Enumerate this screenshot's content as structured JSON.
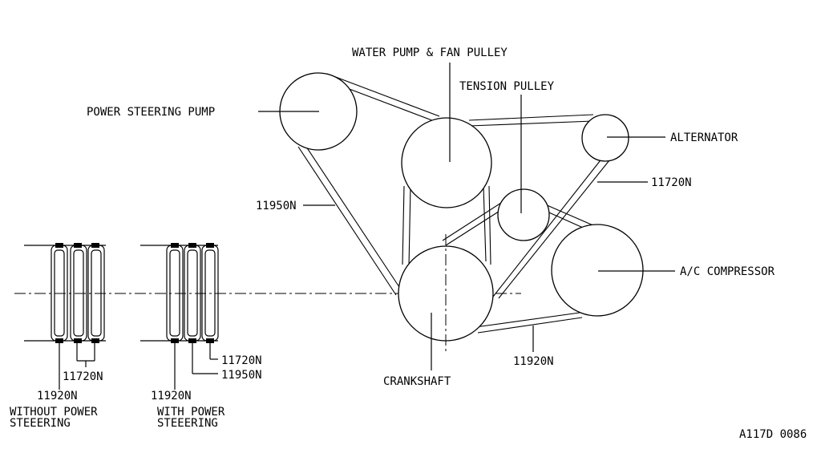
{
  "labels": {
    "water_pump": "WATER PUMP & FAN PULLEY",
    "tension_pulley": "TENSION PULLEY",
    "power_steering_pump": "POWER STEERING PUMP",
    "alternator": "ALTERNATOR",
    "belt_11720n": "11720N",
    "belt_11950n": "11950N",
    "ac_compressor": "A/C COMPRESSOR",
    "crankshaft": "CRANKSHAFT",
    "belt_11920n": "11920N",
    "left_11720n": "11720N",
    "left_11920n": "11920N",
    "without_ps_line1": "WITHOUT POWER",
    "without_ps_line2": "STEEERING",
    "mid_11720n": "11720N",
    "mid_11950n": "11950N",
    "mid_11920n": "11920N",
    "with_ps_line1": "WITH POWER",
    "with_ps_line2": "STEEERING",
    "figure_code": "A117D 0086"
  }
}
